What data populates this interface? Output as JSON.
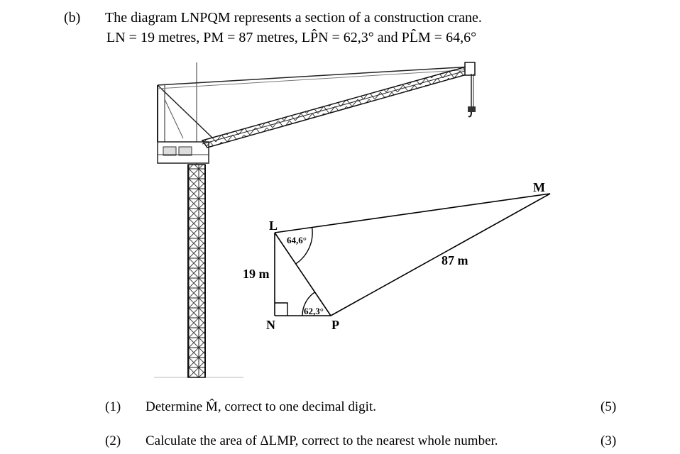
{
  "question": {
    "part_label": "(b)",
    "intro": "The diagram LNPQM represents a section of a construction crane.",
    "givens": "LN = 19 metres, PM = 87 metres, LP̂N = 62,3° and PL̂M = 64,6°"
  },
  "diagram": {
    "points": {
      "L": "L",
      "N": "N",
      "P": "P",
      "M": "M"
    },
    "labels": {
      "side_ln": "19 m",
      "side_pm": "87 m",
      "angle_plm": "64,6°",
      "angle_lpn": "62,3°"
    }
  },
  "subquestions": [
    {
      "num": "(1)",
      "text": "Determine M̂, correct to one decimal digit.",
      "marks": "(5)"
    },
    {
      "num": "(2)",
      "text": "Calculate the area of ΔLMP, correct to the nearest whole number.",
      "marks": "(3)"
    }
  ]
}
